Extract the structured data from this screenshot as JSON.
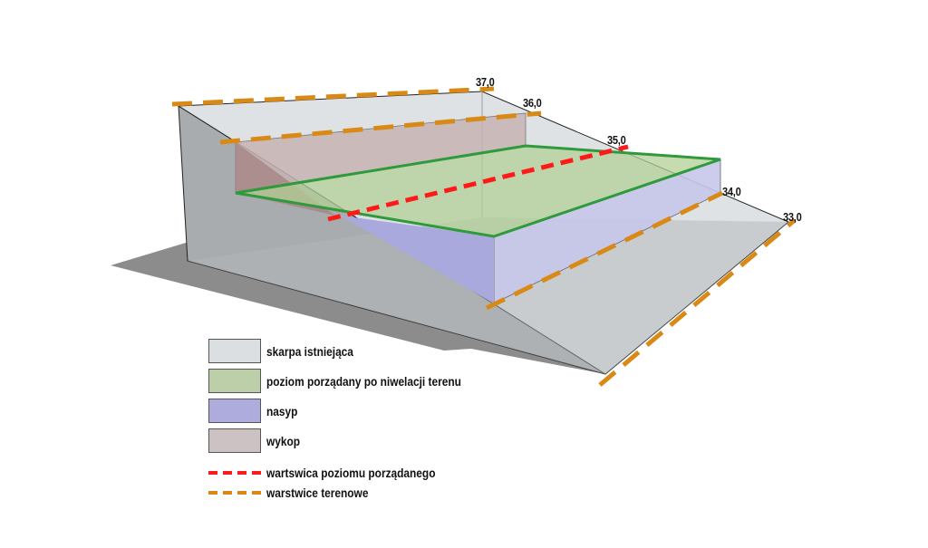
{
  "contour_labels": [
    "37,0",
    "36,0",
    "35,0",
    "34,0",
    "33,0"
  ],
  "legend": [
    {
      "label": "skarpa istniejąca",
      "color": "#dcdfe2"
    },
    {
      "label": "poziom porządany po niwelacji terenu",
      "color": "#bccfa9"
    },
    {
      "label": "nasyp",
      "color": "#adacdc"
    },
    {
      "label": "wykop",
      "color": "#ccc2c3"
    }
  ],
  "legend_lines": [
    {
      "label": "wartswica poziomu porządanego",
      "color": "#ff1a1a"
    },
    {
      "label": "warstwice terenowe",
      "color": "#d98a16"
    }
  ]
}
